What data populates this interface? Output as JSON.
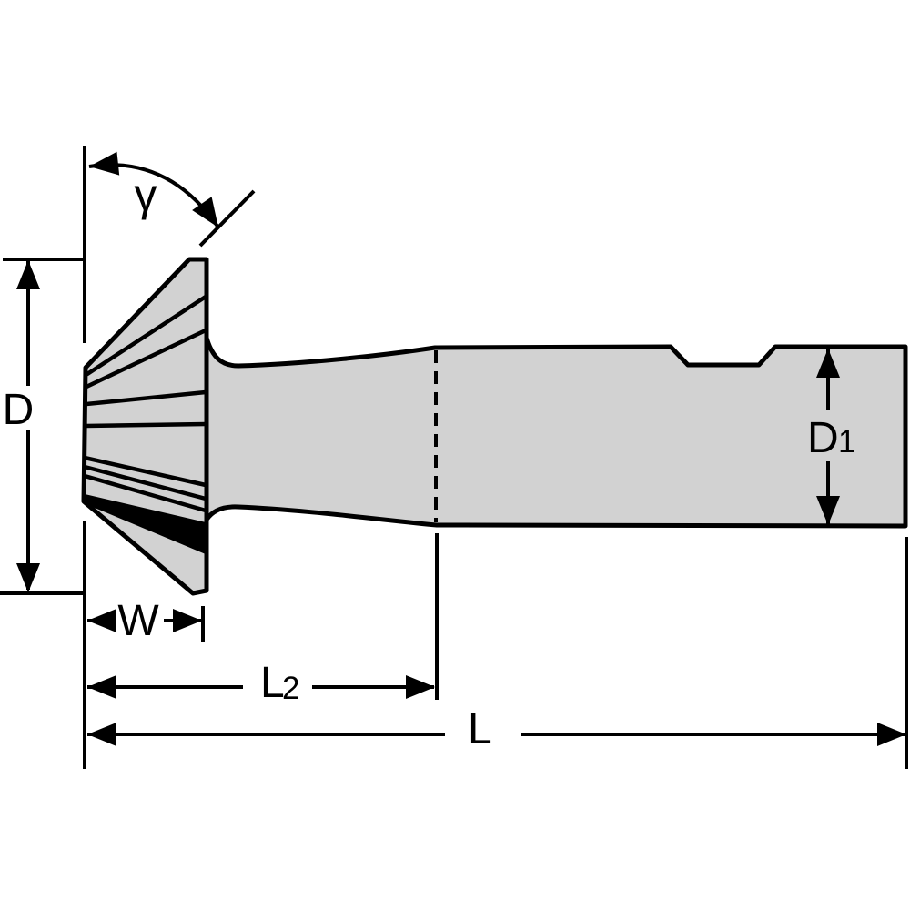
{
  "diagram": {
    "type": "technical-drawing-cutting-tool",
    "colors": {
      "background": "#ffffff",
      "body_fill": "#d2d2d2",
      "line": "#000000"
    },
    "labels": {
      "gamma": "γ",
      "diameter": "D",
      "shank_diameter": {
        "main": "D",
        "sub": "1"
      },
      "width": "W",
      "length_to_neck": {
        "main": "L",
        "sub": "2"
      },
      "overall_length": "L"
    }
  }
}
